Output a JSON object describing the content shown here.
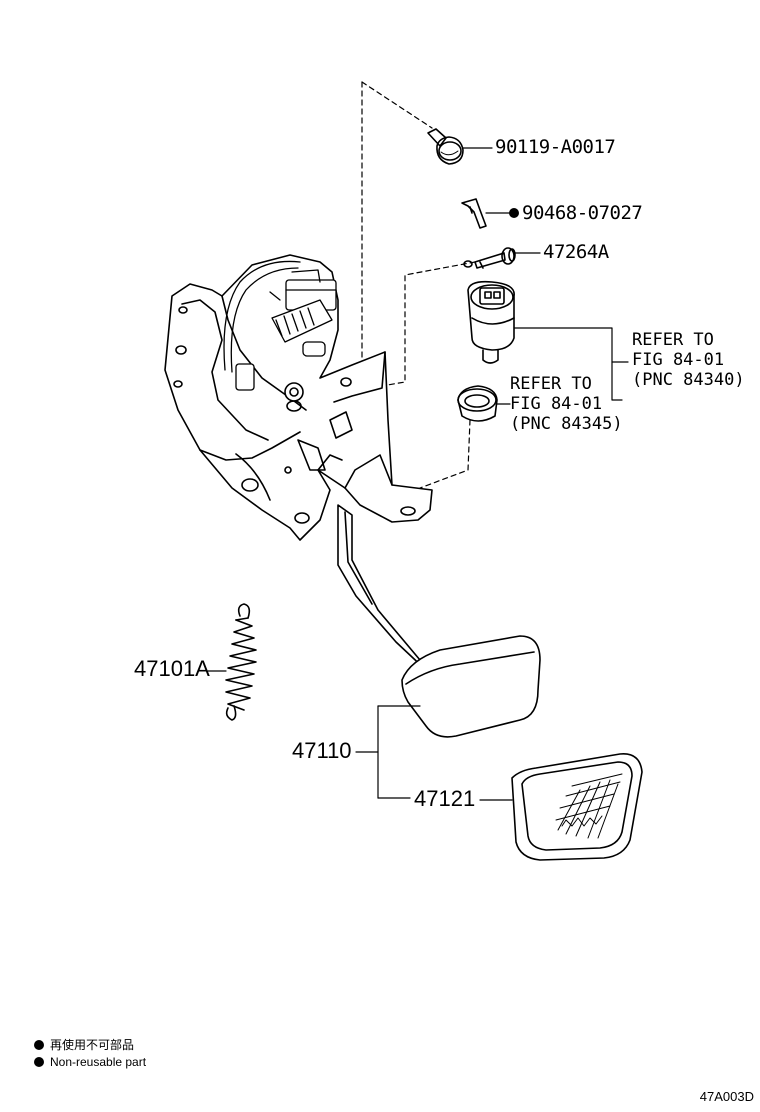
{
  "parts": {
    "bolt": "90119-A0017",
    "clip": "90468-07027",
    "pin": "47264A",
    "spring": "47101A",
    "pedal": "47110",
    "pad": "47121"
  },
  "refs": {
    "switch": [
      "REFER TO",
      "FIG 84-01",
      "(PNC 84340)"
    ],
    "cushion": [
      "REFER TO",
      "FIG 84-01",
      "(PNC 84345)"
    ]
  },
  "legend": {
    "line1": "再使用不可部品",
    "line2": "Non-reusable part",
    "dot_color": "#000000"
  },
  "figure_id": "47A003D"
}
